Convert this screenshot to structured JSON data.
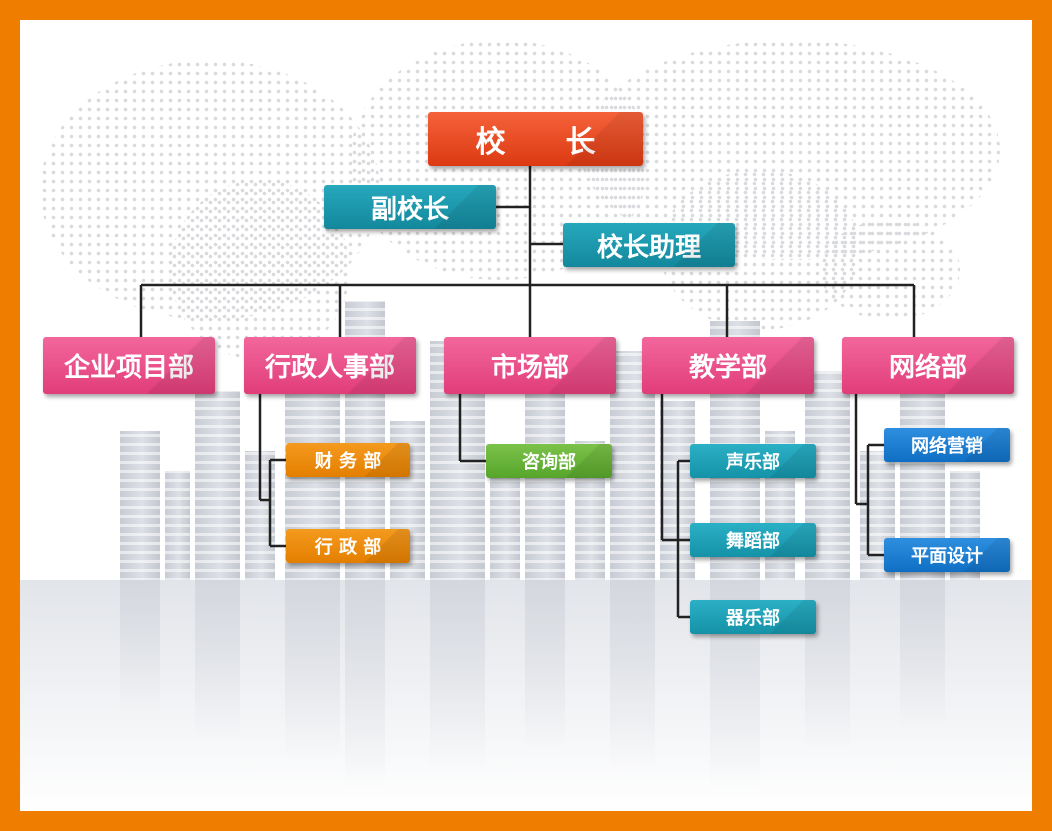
{
  "org_chart": {
    "principal": "校　　长",
    "vice_principal": "副校长",
    "assistant": "校长助理",
    "departments": [
      {
        "name": "企业项目部",
        "sub": []
      },
      {
        "name": "行政人事部",
        "sub": [
          "财 务 部",
          "行 政 部"
        ]
      },
      {
        "name": "市场部",
        "sub": [
          "咨询部"
        ]
      },
      {
        "name": "教学部",
        "sub": [
          "声乐部",
          "舞蹈部",
          "器乐部"
        ]
      },
      {
        "name": "网络部",
        "sub": [
          "网络营销",
          "平面设计"
        ]
      }
    ]
  },
  "colors": {
    "frame": "#ef7d00",
    "principal": "#e8461c",
    "vice": "#1a98ad",
    "department": "#e94c86",
    "hr_sub": "#ef8c10",
    "market_sub": "#67b339",
    "teach_sub": "#1a9fb4",
    "net_sub": "#1a7fd4",
    "line": "#222222"
  }
}
